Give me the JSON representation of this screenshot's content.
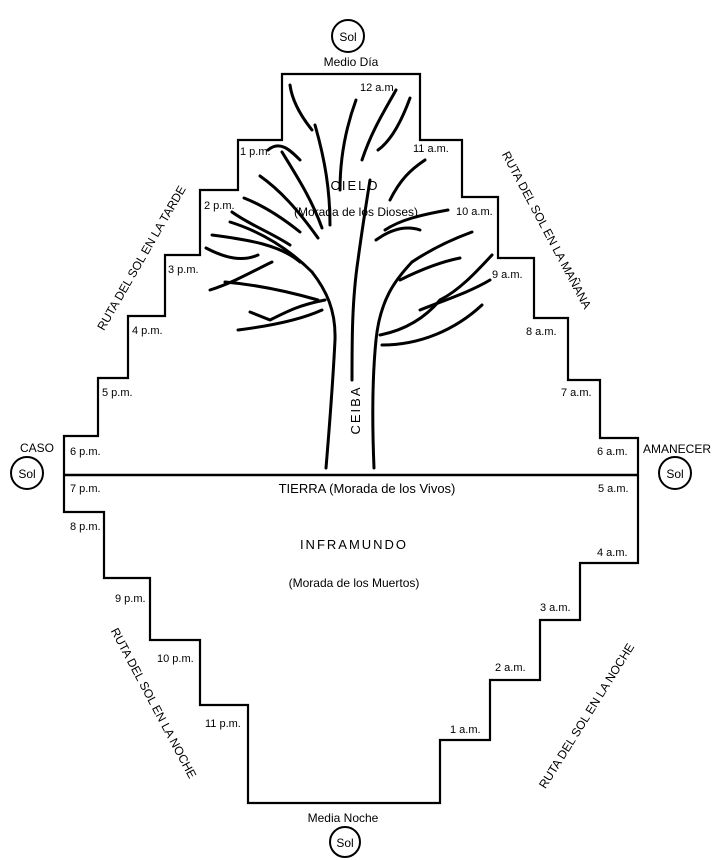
{
  "top": {
    "sun_label": "Sol",
    "caption": "Medio Día"
  },
  "bottom": {
    "sun_label": "Sol",
    "caption": "Media Noche"
  },
  "left": {
    "sun_label": "Sol",
    "caption": "CASO"
  },
  "right": {
    "sun_label": "Sol",
    "caption": "AMANECER"
  },
  "realms": {
    "sky": "CIELO",
    "sky_sub": "(Morada de los Dioses)",
    "tree": "CEIBA",
    "earth": "TIERRA (Morada de los Vivos)",
    "underworld": "INFRAMUNDO",
    "underworld_sub": "(Morada de los Muertos)"
  },
  "routes": {
    "afternoon": "RUTA DEL SOL EN LA TARDE",
    "morning": "RUTA DEL SOL EN LA MAÑANA",
    "night_left": "RUTA DEL SOL EN LA NOCHE",
    "night_right": "RUTA DEL SOL EN LA NOCHE"
  },
  "hours": {
    "h12am": "12 a.m.",
    "h11am": "11 a.m.",
    "h10am": "10 a.m.",
    "h9am": "9 a.m.",
    "h8am": "8 a.m.",
    "h7am": "7 a.m.",
    "h6am": "6 a.m.",
    "h5am": "5 a.m.",
    "h4am": "4 a.m.",
    "h3am": "3 a.m.",
    "h2am": "2 a.m.",
    "h1am": "1 a.m.",
    "h1pm": "1 p.m.",
    "h2pm": "2 p.m.",
    "h3pm": "3 p.m.",
    "h4pm": "4 p.m.",
    "h5pm": "5 p.m.",
    "h6pm": "6 p.m.",
    "h7pm": "7 p.m.",
    "h8pm": "8 p.m.",
    "h9pm": "9 p.m.",
    "h10pm": "10 p.m.",
    "h11pm": "11 p.m."
  }
}
